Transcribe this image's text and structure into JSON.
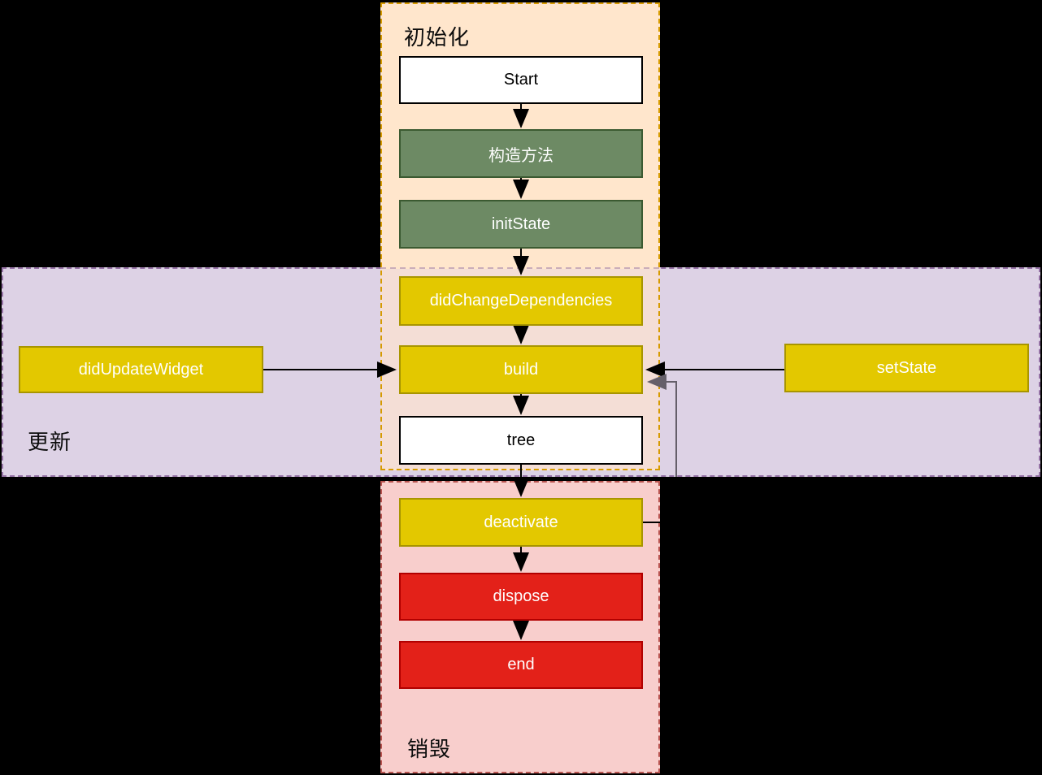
{
  "regions": {
    "init": {
      "label": "初始化",
      "fill": "#ffe6cc",
      "border": "#d79b00"
    },
    "update": {
      "label": "更新",
      "fill": "#ddd2e5",
      "border": "#9673a6"
    },
    "destroy": {
      "label": "销毁",
      "fill": "#f8cecc",
      "border": "#b85450"
    }
  },
  "nodes": {
    "start": {
      "label": "Start",
      "style": "white"
    },
    "constructor": {
      "label": "构造方法",
      "style": "green"
    },
    "init_state": {
      "label": "initState",
      "style": "green"
    },
    "did_change_dependencies": {
      "label": "didChangeDependencies",
      "style": "yellow"
    },
    "build": {
      "label": "build",
      "style": "yellow"
    },
    "tree": {
      "label": "tree",
      "style": "white"
    },
    "deactivate": {
      "label": "deactivate",
      "style": "yellow"
    },
    "dispose": {
      "label": "dispose",
      "style": "red"
    },
    "end": {
      "label": "end",
      "style": "red"
    },
    "did_update_widget": {
      "label": "didUpdateWidget",
      "style": "yellow"
    },
    "set_state": {
      "label": "setState",
      "style": "yellow"
    }
  },
  "edges": [
    {
      "from": "start",
      "to": "constructor",
      "color": "#000000"
    },
    {
      "from": "constructor",
      "to": "init_state",
      "color": "#000000"
    },
    {
      "from": "init_state",
      "to": "did_change_dependencies",
      "color": "#000000"
    },
    {
      "from": "did_change_dependencies",
      "to": "build",
      "color": "#000000"
    },
    {
      "from": "build",
      "to": "tree",
      "color": "#000000"
    },
    {
      "from": "tree",
      "to": "deactivate",
      "color": "#000000"
    },
    {
      "from": "deactivate",
      "to": "dispose",
      "color": "#000000"
    },
    {
      "from": "dispose",
      "to": "end",
      "color": "#000000"
    },
    {
      "from": "did_update_widget",
      "to": "build",
      "color": "#000000"
    },
    {
      "from": "set_state",
      "to": "build",
      "color": "#000000"
    },
    {
      "from": "deactivate",
      "to": "build",
      "color": "#655f6a"
    }
  ],
  "colors": {
    "background": "#000000",
    "node_green_fill": "#6d8a64",
    "node_green_border": "#3b5a31",
    "node_yellow_fill": "#e3c800",
    "node_yellow_border": "#a89500",
    "node_red_fill": "#e32119",
    "node_red_border": "#b20000",
    "node_white_fill": "#ffffff",
    "node_white_border": "#000000",
    "overlap_tint": "#f4ded6",
    "connector_black": "#000000",
    "connector_gray": "#655f6a"
  }
}
